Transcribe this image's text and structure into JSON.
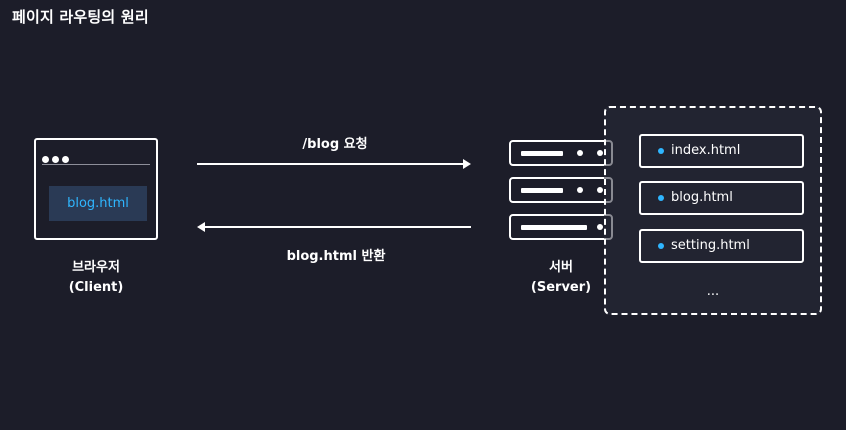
{
  "title": "페이지 라우팅의 원리",
  "client": {
    "file": "blog.html",
    "label_line1": "브라우저",
    "label_line2": "(Client)"
  },
  "request": {
    "label": "/blog 요청"
  },
  "response": {
    "label": "blog.html 반환"
  },
  "server": {
    "label_line1": "서버",
    "label_line2": "(Server)"
  },
  "files": {
    "items": [
      "index.html",
      "blog.html",
      "setting.html"
    ],
    "more": "..."
  },
  "colors": {
    "background": "#1c1d29",
    "accent": "#2fb6ff",
    "file_box": "#2a3a55"
  }
}
